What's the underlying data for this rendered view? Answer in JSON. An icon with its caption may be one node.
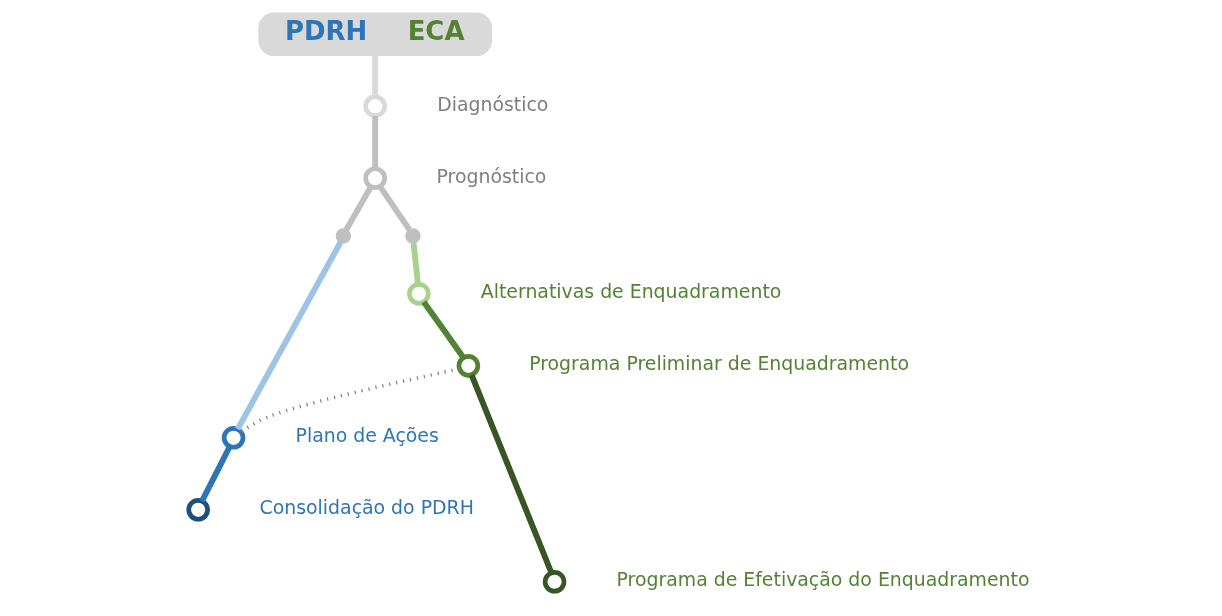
{
  "diagram": {
    "nodes": [
      {
        "text": [
          "PDRH",
          "ECA"
        ]
      },
      {
        "text": [],
        "shape": "circle",
        "beside": [
          "Diagnóstico"
        ]
      },
      {
        "text": [],
        "shape": "circle",
        "beside": [
          "Prognóstico"
        ]
      },
      {
        "text": [],
        "shape": "circle"
      },
      {
        "text": [],
        "shape": "circle"
      },
      {
        "text": [],
        "shape": "circle",
        "beside": [
          "Alternativas de Enquadramento"
        ]
      },
      {
        "text": [],
        "shape": "circle",
        "beside": [
          "Programa Preliminar de Enquadramento"
        ]
      },
      {
        "text": [],
        "shape": "circle",
        "beside": [
          "Plano de Ações"
        ]
      },
      {
        "text": [],
        "shape": "circle",
        "beside": [
          "Consolidação do PDRH"
        ]
      },
      {
        "text": [],
        "shape": "circle",
        "beside": [
          "Programa de Efetivação do Enquadramento"
        ]
      }
    ],
    "edges": [
      {
        "from": 0,
        "to": 1,
        "arrow": "none",
        "color": "#d9d9d9"
      },
      {
        "from": 1,
        "to": 2,
        "arrow": "none",
        "color": "#bfbfbf"
      },
      {
        "from": 2,
        "to": 3,
        "arrow": "none",
        "color": "#bfbfbf"
      },
      {
        "from": 2,
        "to": 4,
        "arrow": "none",
        "color": "#bfbfbf"
      },
      {
        "from": 3,
        "to": 7,
        "arrow": "none",
        "color": "#9dc3e6"
      },
      {
        "from": 4,
        "to": 5,
        "arrow": "none",
        "color": "#a9d18e"
      },
      {
        "from": 5,
        "to": 6,
        "arrow": "none",
        "color": "#548235"
      },
      {
        "from": 6,
        "to": 7,
        "arrow": "none",
        "style": "dashed",
        "color": "#7f7f7f"
      },
      {
        "from": 7,
        "to": 8,
        "arrow": "none",
        "color": "#2e75b6"
      },
      {
        "from": 6,
        "to": 9,
        "arrow": "none",
        "color": "#375623"
      }
    ]
  }
}
